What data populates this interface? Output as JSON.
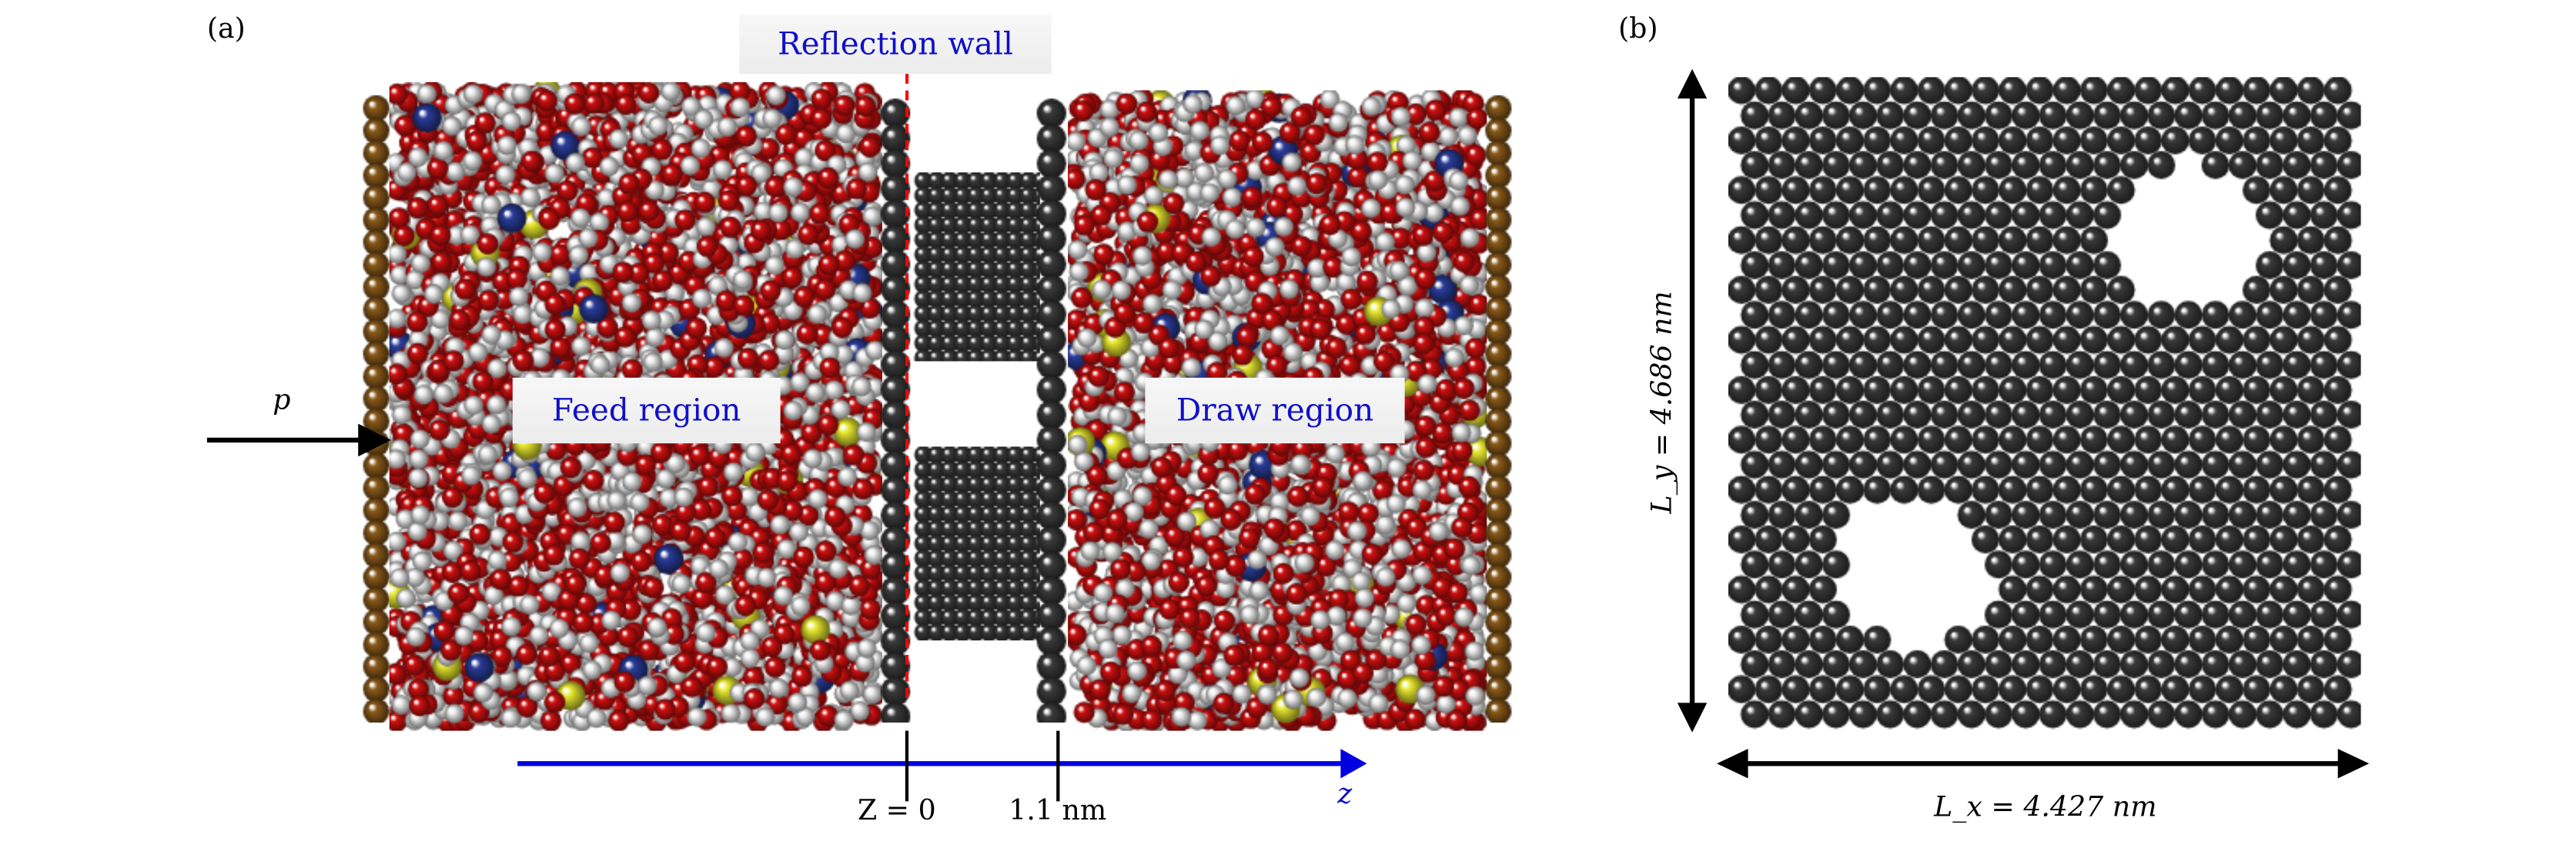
{
  "panel_a": {
    "label": "(a)",
    "reflection_wall_label": "Reflection wall",
    "feed_region_label": "Feed region",
    "draw_region_label": "Draw region",
    "pressure_label": "p",
    "axis": {
      "label": "z",
      "tick_z0_label": "Z = 0",
      "tick_1_1_label": "1.1 nm"
    },
    "colors": {
      "axis": "#0000e0",
      "reflection_line": "#ff0000",
      "label_text": "#1010c8",
      "oxygen": "#d01010",
      "hydrogen": "#f0f0f0",
      "sodium": "#e8e830",
      "chloride": "#2a3c9a",
      "piston": "#8a5a1a",
      "graphene": "#3a3a3a"
    }
  },
  "panel_b": {
    "label": "(b)",
    "ly_label": "L_y = 4.686 nm",
    "lx_label": "L_x = 4.427 nm"
  }
}
